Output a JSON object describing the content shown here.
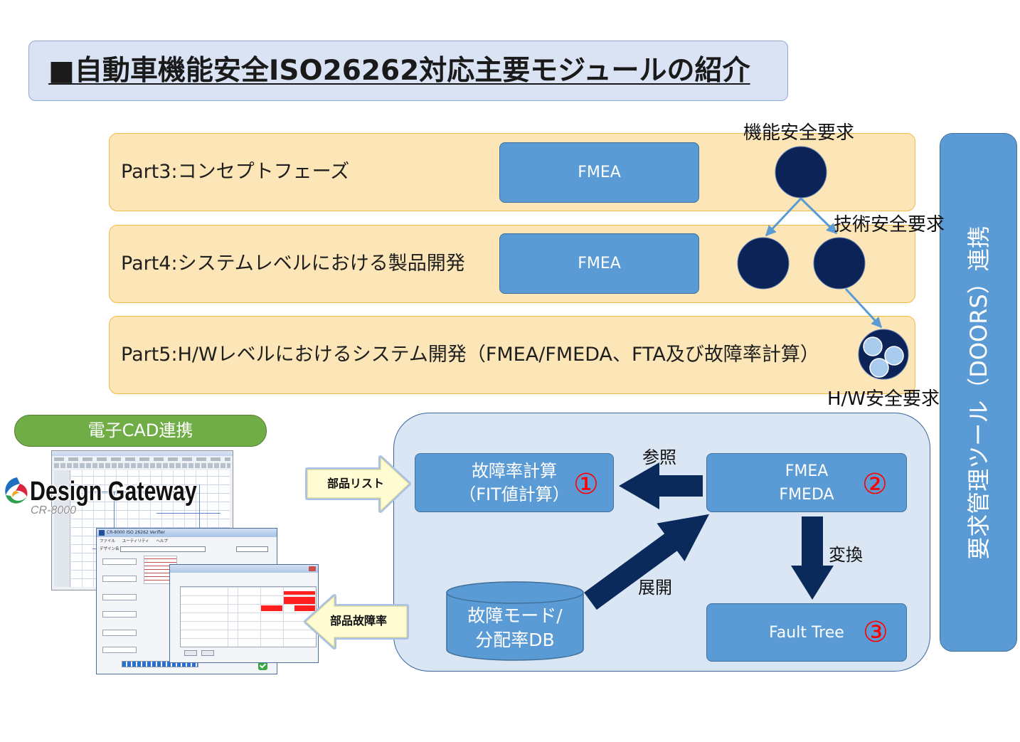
{
  "title": "■自動車機能安全ISO26262対応主要モジュールの紹介",
  "phases": [
    {
      "label": "Part3:コンセプトフェーズ",
      "module": "FMEA"
    },
    {
      "label": "Part4:システムレベルにおける製品開発",
      "module": "FMEA"
    },
    {
      "label": "Part5:H/Wレベルにおけるシステム開発（FMEA/FMEDA、FTA及び故障率計算）"
    }
  ],
  "requirements": {
    "functional": "機能安全要求",
    "technical": "技術安全要求",
    "hardware": "H/W安全要求"
  },
  "requirements_tool": "要求管理ツール（DOORS）連携",
  "cad": {
    "label": "電子CAD連携",
    "logo_name": "Design Gateway",
    "logo_sub": "CR-8000",
    "window_title": "CR-8000 ISO 26262 Verifier",
    "menu": [
      "ファイル",
      "ユーティリティ",
      "ヘルプ"
    ],
    "field_label": "デザイン名"
  },
  "inputs": {
    "parts_list": "部品リスト",
    "part_failure_rate": "部品故障率"
  },
  "modules": {
    "fit": {
      "line1": "故障率計算",
      "line2": "（FIT値計算）",
      "number": "①"
    },
    "fmeda": {
      "line1": "FMEA",
      "line2": "FMEDA",
      "number": "②"
    },
    "fault_tree": {
      "label": "Fault Tree",
      "number": "③"
    },
    "database": {
      "line1": "故障モード/",
      "line2": "分配率DB"
    }
  },
  "flows": {
    "reference": "参照",
    "conversion": "変換",
    "expansion": "展開"
  },
  "colors": {
    "title_bg": "#dae3f3",
    "phase_orange": "#fce5b6",
    "module_blue": "#5b9bd5",
    "node_navy": "#0c2357",
    "flow_arrow_navy": "#0b2a5c",
    "cad_green": "#70ad47",
    "number_red": "#ff0000",
    "input_arrow_yellow": "#fffbd2"
  }
}
